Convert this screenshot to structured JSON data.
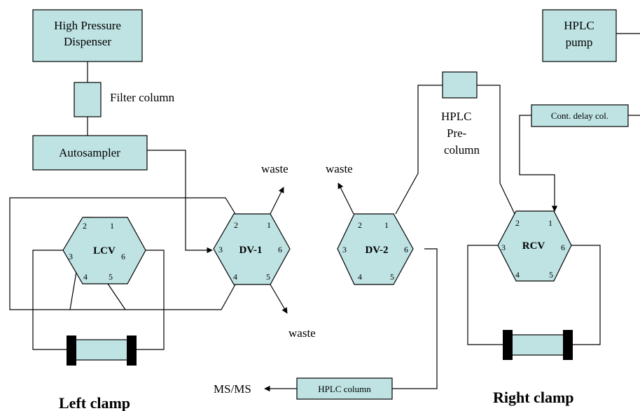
{
  "boxes": {
    "high_pressure_dispenser": [
      "High Pressure",
      "Dispenser"
    ],
    "autosampler": "Autosampler",
    "hplc_pump": [
      "HPLC",
      "pump"
    ],
    "cont_delay_col": "Cont. delay col.",
    "hplc_column": "HPLC column"
  },
  "labels": {
    "filter_column": "Filter column",
    "hplc_precolumn": [
      "HPLC",
      "Pre-",
      "column"
    ],
    "waste": "waste",
    "ms_ms": "MS/MS",
    "left_clamp": "Left clamp",
    "right_clamp": "Right clamp"
  },
  "valves": {
    "lcv": {
      "name": "LCV",
      "ports": [
        "2",
        "1",
        "3",
        "6",
        "4",
        "5"
      ]
    },
    "dv1": {
      "name": "DV-1",
      "ports": [
        "2",
        "1",
        "3",
        "6",
        "4",
        "5"
      ]
    },
    "dv2": {
      "name": "DV-2",
      "ports": [
        "2",
        "1",
        "3",
        "6",
        "4",
        "5"
      ]
    },
    "rcv": {
      "name": "RCV",
      "ports": [
        "2",
        "1",
        "3",
        "6",
        "4",
        "5"
      ]
    }
  }
}
